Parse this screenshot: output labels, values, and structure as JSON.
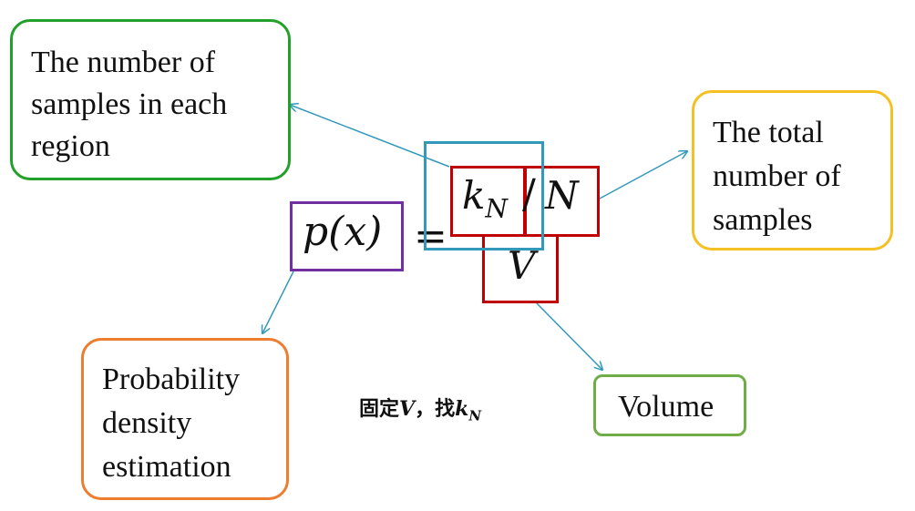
{
  "colors": {
    "green_box": "#22a02a",
    "yellow_box": "#f5c023",
    "orange_box": "#ed7d31",
    "volume_box": "#70ad47",
    "purple_box": "#7030a0",
    "blue_box": "#3399bb",
    "red_box": "#c00000",
    "arrow": "#3399bb"
  },
  "labels": {
    "samples_region": [
      "The number of",
      "samples in each",
      "region"
    ],
    "total_samples": [
      "The total",
      "number of",
      "samples"
    ],
    "probability": [
      "Probability",
      "density",
      "estimation"
    ],
    "volume": "Volume"
  },
  "formula": {
    "lhs": "p(x)",
    "equals": "=",
    "k": "k",
    "k_sub": "N",
    "slash": "/",
    "n": "N",
    "v": "V"
  },
  "note": {
    "prefix": "固定",
    "v": "V",
    "sep": "，找",
    "k": "k",
    "k_sub": "N"
  }
}
